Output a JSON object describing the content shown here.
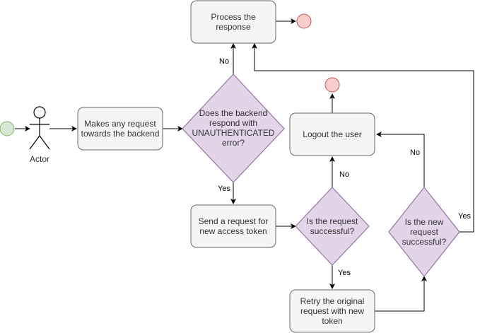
{
  "colors": {
    "process_fill": "#f5f5f5",
    "process_stroke": "#666666",
    "decision_fill": "#e1d5e7",
    "decision_stroke": "#9673a6",
    "start_fill": "#d5e8d4",
    "start_stroke": "#82b366",
    "end_fill": "#f8cecc",
    "end_stroke": "#b85450",
    "edge": "#000000"
  },
  "nodes": {
    "actor_label": "Actor",
    "make_request": "Makes any request towards the backend",
    "decision_unauth": "Does the backend respond with UNAUTHENTICATED error?",
    "process_response": "Process the response",
    "send_refresh": "Send a request for new access token",
    "decision_success": "Is the request successful?",
    "logout": "Logout the user",
    "retry_original": "Retry the original request with new token",
    "decision_new_success": "Is the new request successful?"
  },
  "edges": {
    "unauth_no": "No",
    "unauth_yes": "Yes",
    "success_no": "No",
    "success_yes": "Yes",
    "new_no": "No",
    "new_yes": "Yes"
  }
}
